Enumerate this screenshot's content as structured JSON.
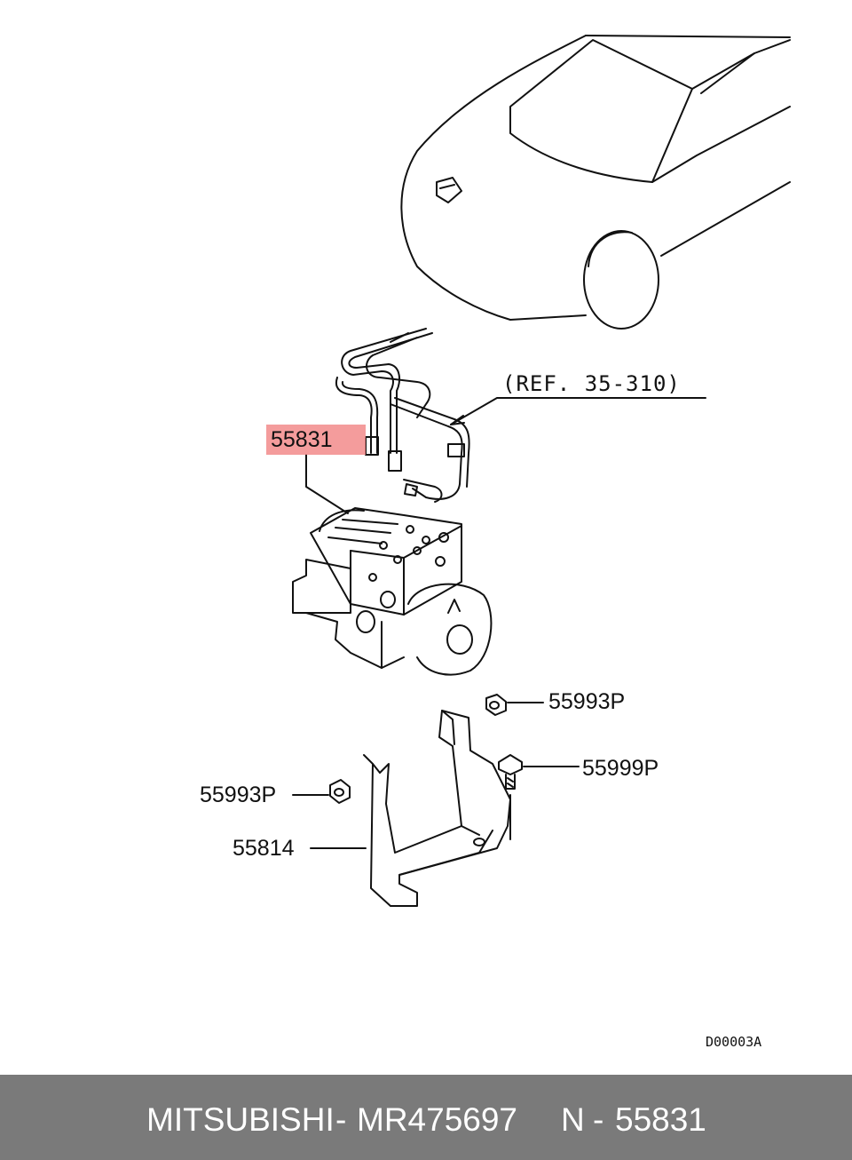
{
  "callouts": {
    "brake_tube": "55831",
    "ref_note": "(REF. 35-310)",
    "nut_top": "55993P",
    "bolt": "55999P",
    "nut_left": "55993P",
    "bracket": "55814"
  },
  "diagram_code": "D00003A",
  "footer": {
    "brand": "MITSUBISHI",
    "separator1": "-",
    "part_number": "MR475697",
    "n_label": "N",
    "separator2": "-",
    "ref_number": "55831"
  },
  "colors": {
    "highlight": "#f28b8b",
    "footer_bg": "#7a7a7a",
    "footer_text": "#ffffff"
  }
}
